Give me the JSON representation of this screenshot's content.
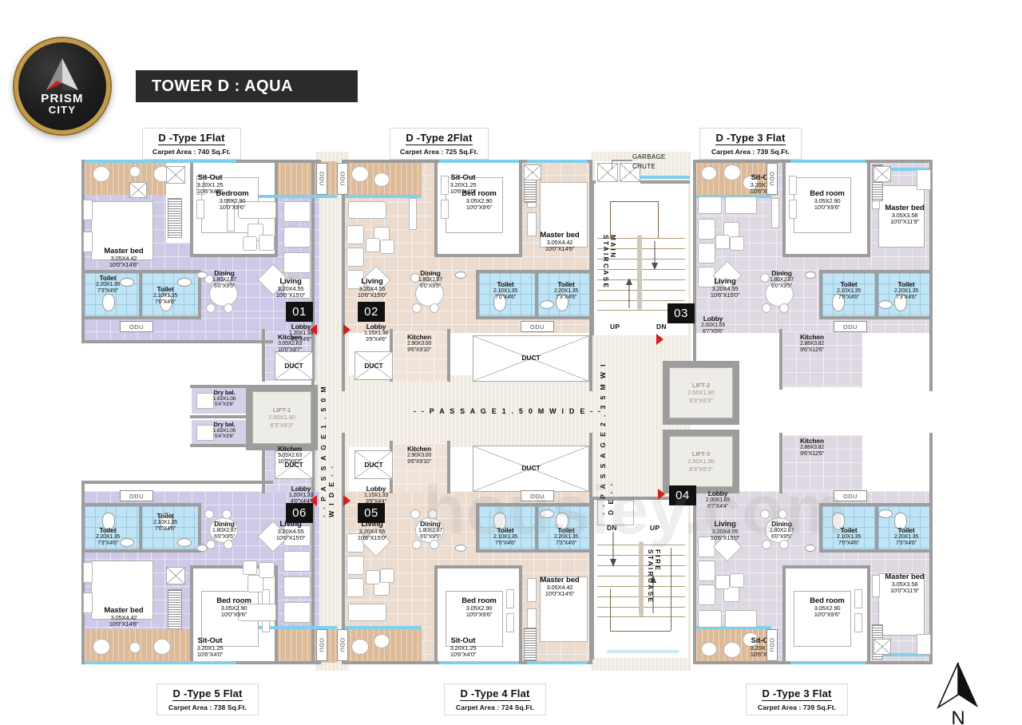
{
  "brand": {
    "name_line1": "PRISM",
    "name_line2": "CITY",
    "logo_icon": "prism-triangle-logo"
  },
  "header": {
    "title": "TOWER D : AQUA"
  },
  "captions": [
    {
      "id": "type1",
      "title": "D -Type 1Flat",
      "area": "Carpet Area : 740 Sq.Ft."
    },
    {
      "id": "type2",
      "title": "D -Type 2Flat",
      "area": "Carpet Area : 725 Sq.Ft."
    },
    {
      "id": "type3_top",
      "title": "D -Type 3 Flat",
      "area": "Carpet Area : 739 Sq.Ft."
    },
    {
      "id": "type5",
      "title": "D -Type 5 Flat",
      "area": "Carpet Area : 738 Sq.Ft."
    },
    {
      "id": "type4",
      "title": "D -Type 4 Flat",
      "area": "Carpet Area : 724 Sq.Ft."
    },
    {
      "id": "type3_bot",
      "title": "D -Type 3 Flat",
      "area": "Carpet Area : 739 Sq.Ft."
    }
  ],
  "units": [
    {
      "number": "01"
    },
    {
      "number": "02"
    },
    {
      "number": "03"
    },
    {
      "number": "04"
    },
    {
      "number": "05"
    },
    {
      "number": "06"
    }
  ],
  "rooms": {
    "master_bed_442": {
      "name": "Master bed",
      "metric": "3.05X4.42",
      "imperial": "10'0\"X14'6\""
    },
    "master_bed_358": {
      "name": "Master bed",
      "metric": "3.05X3.58",
      "imperial": "10'0\"X11'9\""
    },
    "bedroom": {
      "name": "Bed room",
      "metric": "3.05X2.90",
      "imperial": "10'0\"X9'6\""
    },
    "bedroom_alt": {
      "name": "Bedroom",
      "metric": "3.05X2.90",
      "imperial": "10'0\"X9'6\""
    },
    "living": {
      "name": "Living",
      "metric": "3.20X4.55",
      "imperial": "10'6\"X15'0\""
    },
    "dining": {
      "name": "Dining",
      "metric": "1.80X2.87",
      "imperial": "6'0\"X9'5\""
    },
    "sitout": {
      "name": "Sit-Out",
      "metric": "3.20X1.25",
      "imperial": "10'6\"X4'0\""
    },
    "toilet_220": {
      "name": "Toilet",
      "metric": "2.20X1.35",
      "imperial": "7'3\"X4'6\""
    },
    "toilet_210": {
      "name": "Toilet",
      "metric": "2.10X1.35",
      "imperial": "7'0\"X4'6\""
    },
    "kitchen_305": {
      "name": "Kitchen",
      "metric": "3.05X2.63",
      "imperial": "10'0\"X8'7\""
    },
    "kitchen_290": {
      "name": "Kitchen",
      "metric": "2.90X3.00",
      "imperial": "9'6\"X9'10\""
    },
    "kitchen_288": {
      "name": "Kitchen",
      "metric": "2.88X3.82",
      "imperial": "9'6\"X12'6\""
    },
    "lobby_120": {
      "name": "Lobby",
      "metric": "1.20X1.38",
      "imperial": "4'0\"X4'6\""
    },
    "lobby_115": {
      "name": "Lobby",
      "metric": "1.15X1.38",
      "imperial": "3'9\"X4'6\""
    },
    "lobby_200": {
      "name": "Lobby",
      "metric": "2.00X1.65",
      "imperial": "6'7\"X5'6\""
    },
    "lobby_200b": {
      "name": "Lobby",
      "metric": "2.00X1.65",
      "imperial": "6'7\"X4'4\""
    },
    "lobby_120b": {
      "name": "Lobby",
      "metric": "1.20X1.33",
      "imperial": "4'0\"X4'4\""
    },
    "lobby_115b": {
      "name": "Lobby",
      "metric": "1.15X1.33",
      "imperial": "3'9\"X4'4\""
    },
    "drybal_108": {
      "name": "Dry bal.",
      "metric": "1.63X1.08",
      "imperial": "5'4\"X3'6\""
    },
    "drybal_105": {
      "name": "Dry bal.",
      "metric": "1.63X1.05",
      "imperial": "5'4\"X3'6\""
    }
  },
  "lifts": [
    {
      "name": "LIFT-1",
      "metric": "2.50X1.90",
      "imperial": "8'3\"X6'3\""
    },
    {
      "name": "LIFT-2",
      "metric": "2.50X1.90",
      "imperial": "8'3\"X6'3\""
    },
    {
      "name": "LIFT-3",
      "metric": "2.50X1.90",
      "imperial": "8'3\"X6'3\""
    }
  ],
  "annotations": {
    "garbage_chute_l1": "GARBAGE",
    "garbage_chute_l2": "CHUTE",
    "main_staircase": "MAIN STAIRCASE",
    "fire_staircase": "FIRE STAIRCASE",
    "up": "UP",
    "dn": "DN",
    "duct": "DUCT",
    "odu": "ODU",
    "passage_150": "- - P A S S A G E   1 . 5 0 M   W I D E - -",
    "passage_150v": "- - P A S S A G E   1 . 5 0 M   W I D E - -",
    "passage_235v": "- - P A S S A G E   2 . 3 5 M   W I D E - -"
  },
  "compass": {
    "label": "N",
    "icon": "north-arrow-icon"
  },
  "watermark": {
    "text": "housiey.com"
  },
  "colors": {
    "unit_left": "#cdc9e6",
    "unit_center": "#ecdcd0",
    "unit_right": "#ded8e2",
    "toilet": "#bfe4f5",
    "sitout": "#ddbb99",
    "passage": "#efebe2",
    "accent_red": "#d01f1f",
    "title_bar": "#2b2b2b",
    "logo_gold": "#c29b4a"
  }
}
